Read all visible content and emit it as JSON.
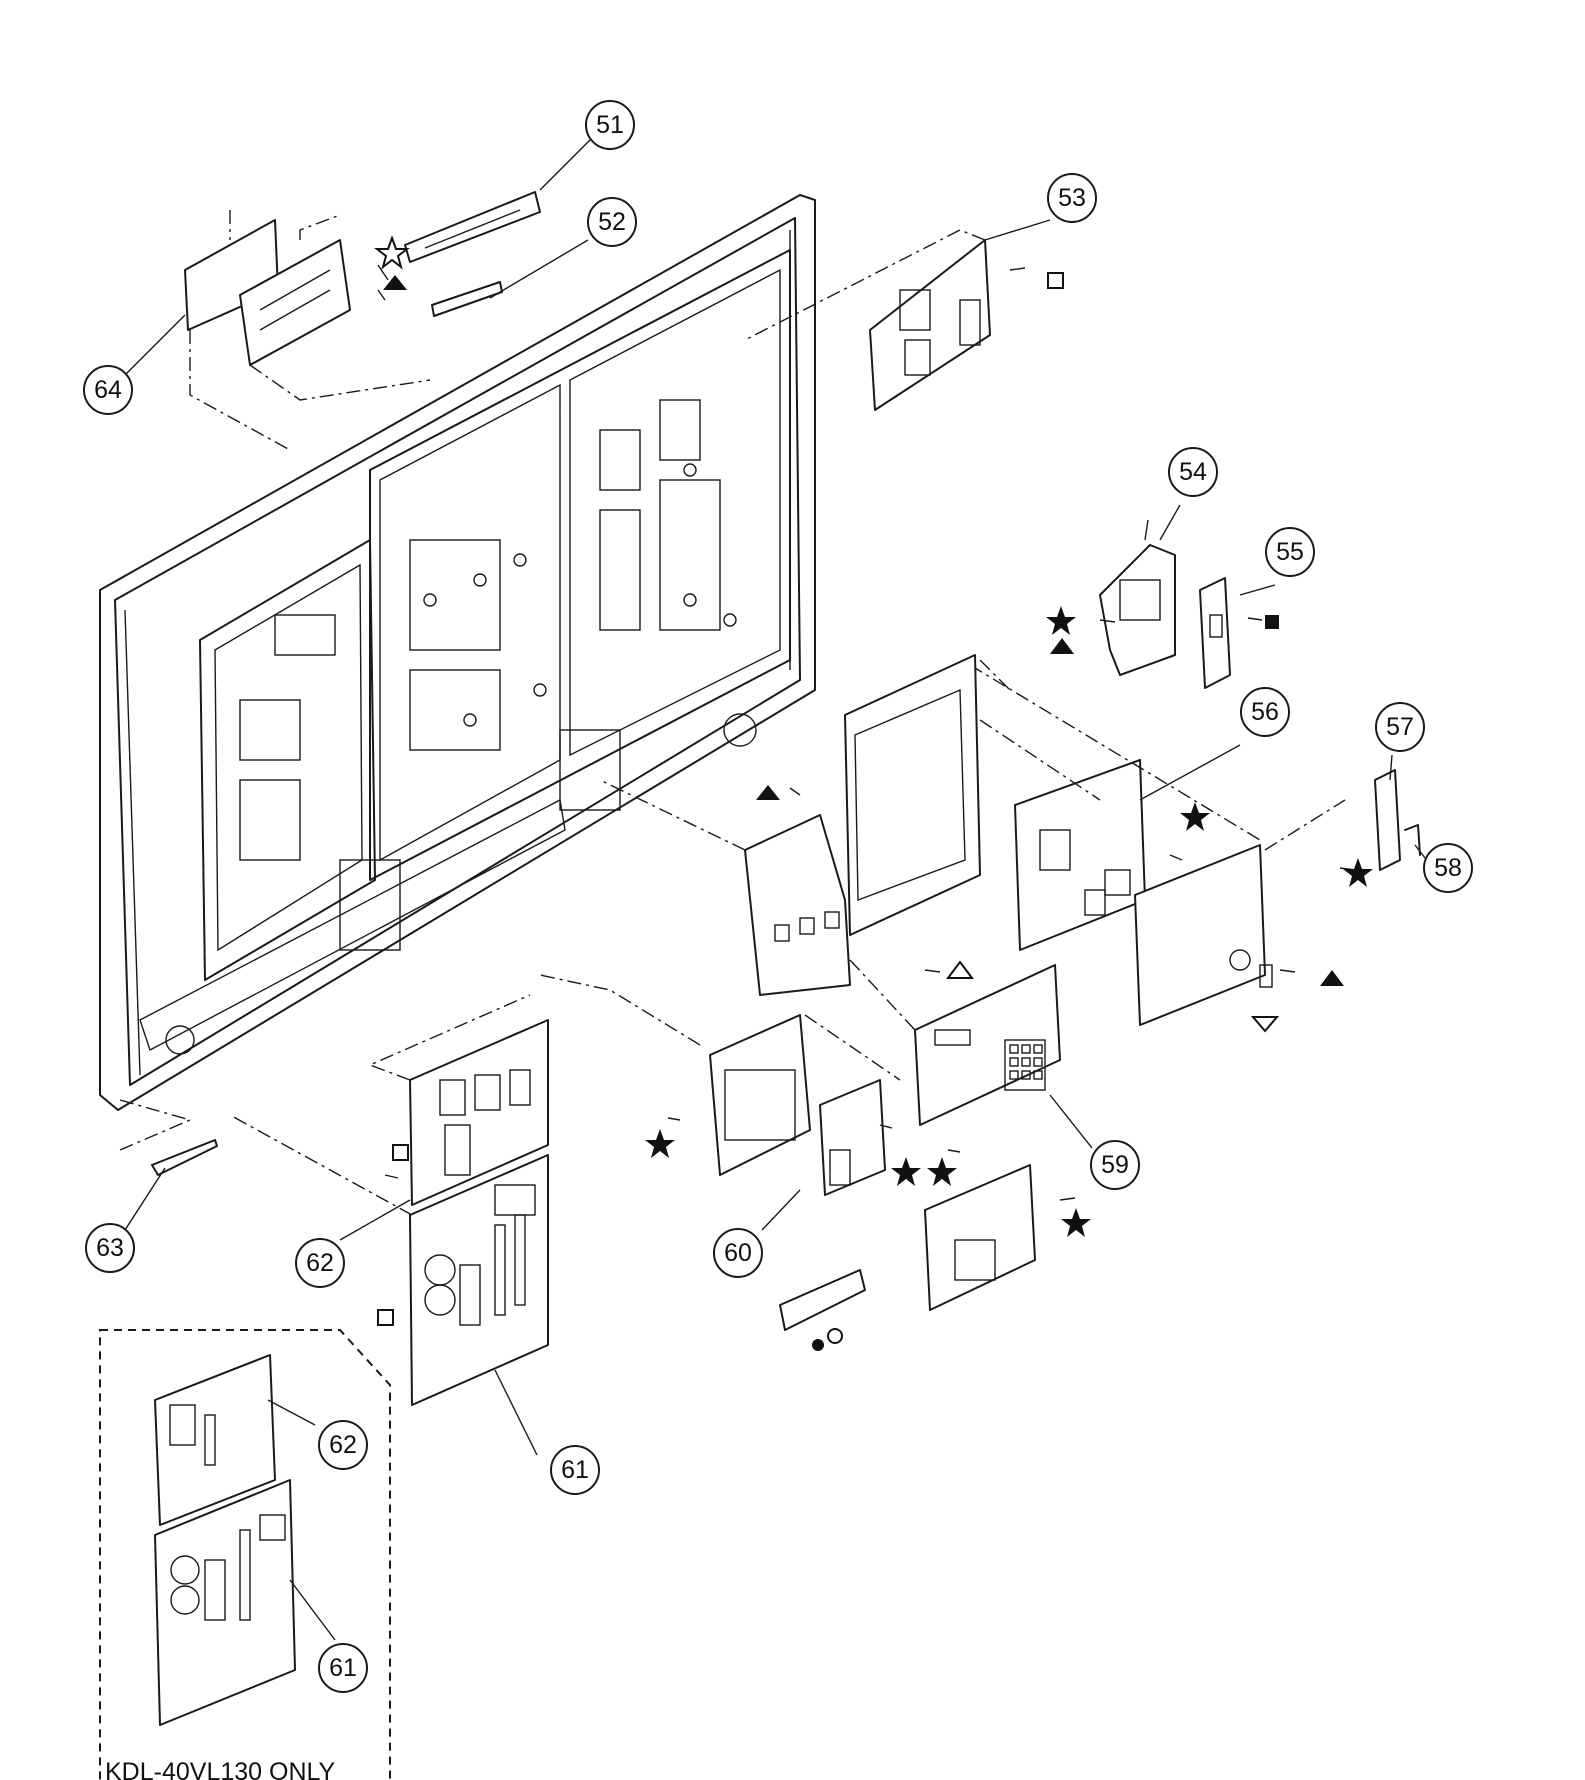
{
  "callouts": {
    "c51": "51",
    "c52": "52",
    "c53": "53",
    "c54": "54",
    "c55": "55",
    "c56": "56",
    "c57": "57",
    "c58": "58",
    "c59": "59",
    "c60": "60",
    "c61": "61",
    "c62": "62",
    "c63": "63",
    "c64": "64",
    "inset_c62": "62",
    "inset_c61": "61"
  },
  "inset": {
    "note": "KDL-40VL130 ONLY"
  }
}
